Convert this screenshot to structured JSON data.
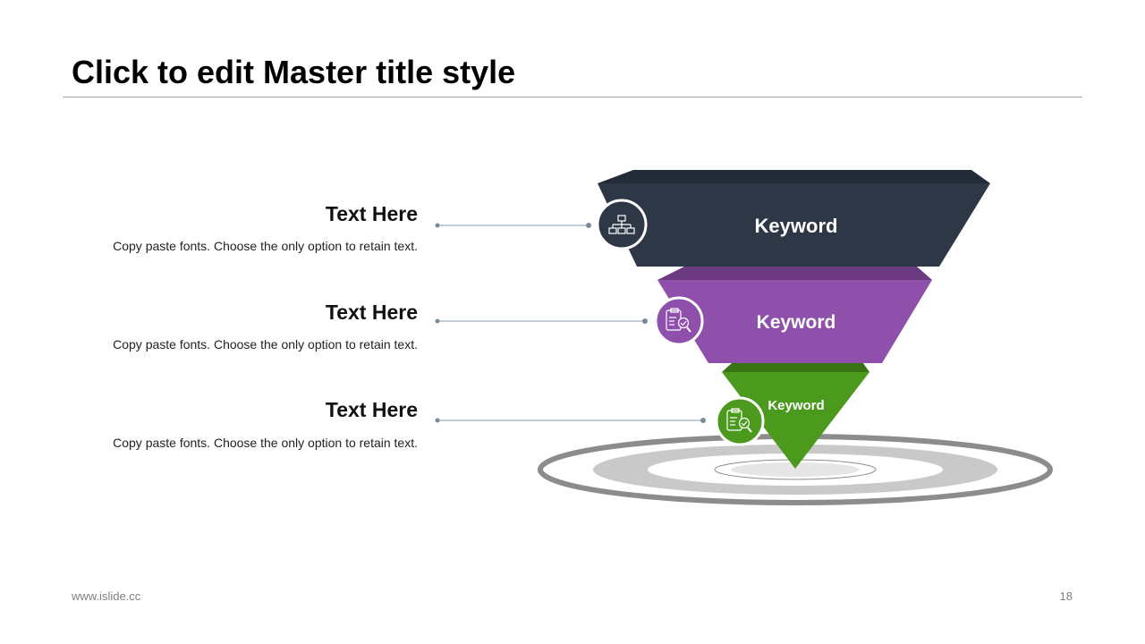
{
  "header": {
    "title": "Click to edit Master title style"
  },
  "items": [
    {
      "title": "Text Here",
      "desc": "Copy paste fonts. Choose the only option to retain text.",
      "keyword": "Keyword",
      "icon": "org-chart-icon",
      "color": "#2d3746"
    },
    {
      "title": "Text Here",
      "desc": "Copy paste fonts. Choose the only option to retain text.",
      "keyword": "Keyword",
      "icon": "clipboard-search-icon",
      "color": "#8e50ab"
    },
    {
      "title": "Text Here",
      "desc": "Copy paste fonts. Choose the only option to retain text.",
      "keyword": "Keyword",
      "icon": "clipboard-search-icon",
      "color": "#4b991d"
    }
  ],
  "footer": {
    "website": "www.islide.cc",
    "page_number": "18"
  }
}
